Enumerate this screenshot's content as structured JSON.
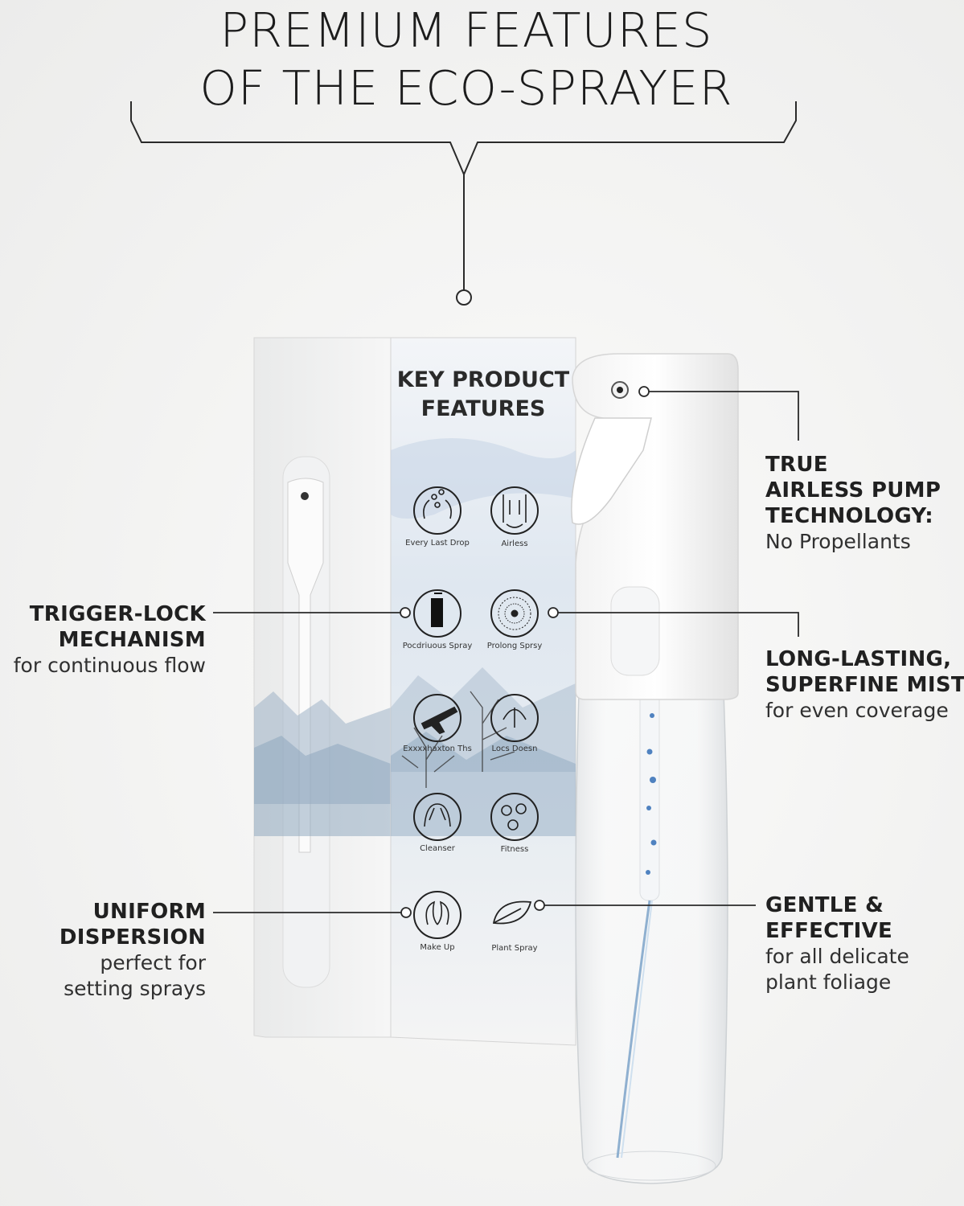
{
  "title": {
    "line1": "PREMIUM FEATURES",
    "line2": "OF THE ECO-SPRAYER"
  },
  "box": {
    "heading_line1": "KEY PRODUCT",
    "heading_line2": "FEATURES",
    "icons": [
      {
        "label": "Every Last Drop",
        "icon": "hands-drops-icon"
      },
      {
        "label": "Airless",
        "icon": "airless-icon"
      },
      {
        "label": "Pocdriuous Spray",
        "icon": "continuous-spray-icon"
      },
      {
        "label": "Prolong Sprsy",
        "icon": "prolong-spray-icon"
      },
      {
        "label": "Exxxxhaxton Ths",
        "icon": "airplane-icon"
      },
      {
        "label": "Locs Doesn",
        "icon": "lock-icon"
      },
      {
        "label": "Cleanser",
        "icon": "cleanser-icon"
      },
      {
        "label": "Fitness",
        "icon": "fitness-icon"
      },
      {
        "label": "Make Up",
        "icon": "makeup-icon"
      },
      {
        "label": "Plant Spray",
        "icon": "leaf-icon"
      }
    ]
  },
  "callouts": {
    "airless": {
      "line1": "TRUE",
      "line2": "AIRLESS PUMP",
      "line3": "TECHNOLOGY:",
      "sub": "No Propellants"
    },
    "trigger": {
      "line1": "TRIGGER-LOCK",
      "line2": "MECHANISM",
      "sub": "for continuous flow"
    },
    "mist": {
      "line1": "LONG-LASTING,",
      "line2": "SUPERFINE MIST",
      "sub": "for even coverage"
    },
    "uniform": {
      "line1": "UNIFORM",
      "line2": "DISPERSION",
      "sub1": "perfect for",
      "sub2": "setting sprays"
    },
    "gentle": {
      "line1": "GENTLE &",
      "line2": "EFFECTIVE",
      "sub1": "for all delicate",
      "sub2": "plant foliage"
    }
  },
  "colors": {
    "line": "#2a2a2a",
    "mist_blue": "#6f93b8",
    "mountain": "#8aa3bc"
  }
}
